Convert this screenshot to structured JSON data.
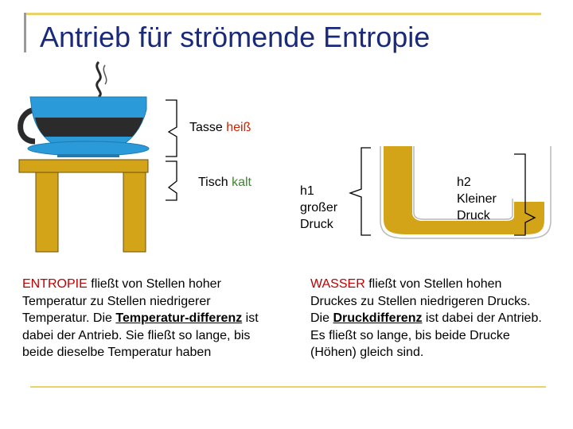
{
  "title": "Antrieb für strömende Entropie",
  "cup_label": {
    "word": "Tasse",
    "state": "heiß"
  },
  "table_label": {
    "word": "Tisch",
    "state": "kalt"
  },
  "h1_label": [
    "h1",
    "großer",
    "Druck"
  ],
  "h2_label": [
    "h2",
    "Kleiner",
    "Druck"
  ],
  "entropy_text": {
    "keyword": "ENTROPIE",
    "part1": " fließt von Stellen hoher Temperatur zu Stellen niedrigerer Temperatur. Die ",
    "emph": "Temperatur-differenz",
    "part2": " ist dabei der Antrieb. Sie fließt so lange, bis beide dieselbe Temperatur haben"
  },
  "water_text": {
    "keyword": "WASSER",
    "part1": " fließt von Stellen hohen Druckes zu Stellen niedrigeren Drucks. Die ",
    "emph": "Druckdifferenz",
    "part2": " ist dabei der Antrieb. Es fließt so lange, bis beide Drucke (Höhen) gleich sind."
  },
  "colors": {
    "title": "#1a2a7a",
    "frame": "#e8d36a",
    "cup_blue": "#2a9ad8",
    "coffee": "#2b2b2b",
    "wood": "#d4a418",
    "keyword_red": "#c00000"
  }
}
